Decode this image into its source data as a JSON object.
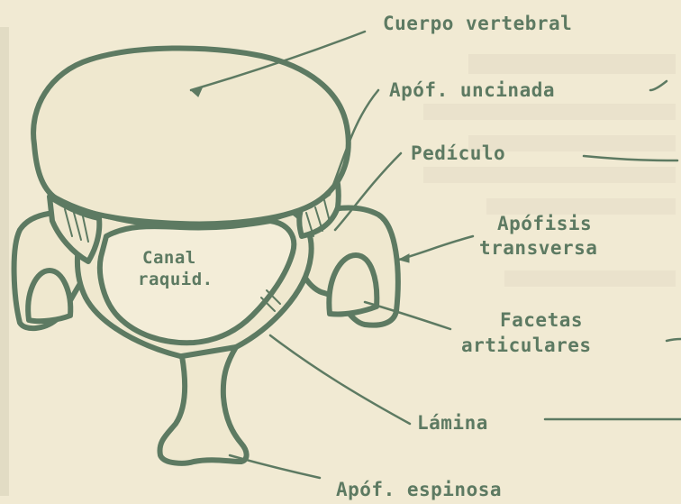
{
  "diagram": {
    "labels": {
      "cuerpo_vertebral": "Cuerpo vertebral",
      "apof_uncinada": "Apóf. uncinada",
      "pediculo": "Pedículo",
      "apofisis_transversa_line1": "Apófisis",
      "apofisis_transversa_line2": "transversa",
      "facetas_line1": "Facetas",
      "facetas_line2": "articulares",
      "lamina": "Lámina",
      "apof_espinosa": "Apóf. espinosa",
      "canal_line1": "Canal",
      "canal_line2": "raquid."
    },
    "colors": {
      "ink": "#5d7a62",
      "paper": "#f1ead3",
      "bone": "#efe8cf"
    }
  }
}
